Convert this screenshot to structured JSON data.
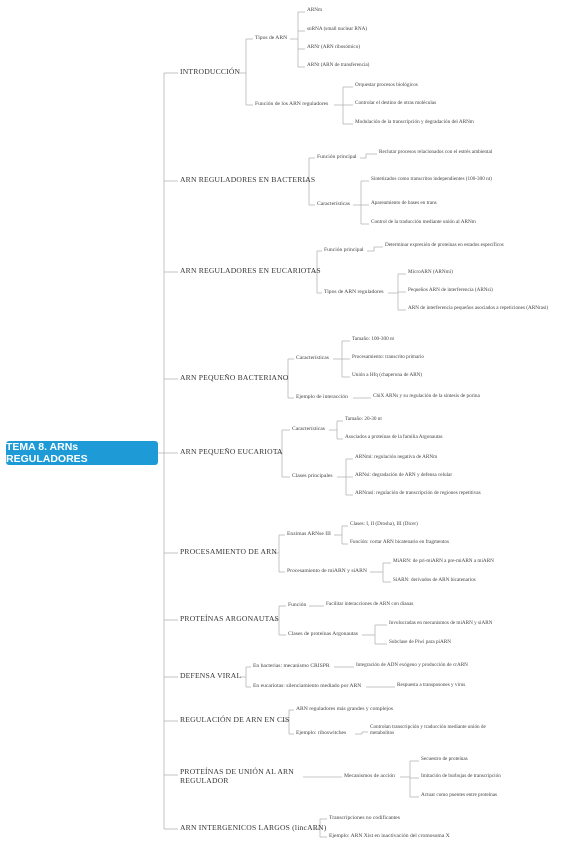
{
  "root": "TEMA 8. ARNs REGULADORES",
  "sections": {
    "intro": {
      "title": "INTRODUCCIÓN",
      "tipos": {
        "label": "Tipos de ARN",
        "items": [
          "ARNm",
          "snRNA (small nuclear RNA)",
          "ARNr (ARN ribosómico)",
          "ARNt (ARN de transferencia)"
        ]
      },
      "funcion": {
        "label": "Función de los ARN reguladores",
        "items": [
          "Orquestar procesos biológicos",
          "Controlar el destino de otras moléculas",
          "Modulación de la transcripción y degradación del ARNm"
        ]
      }
    },
    "bacterias": {
      "title": "ARN REGULADORES EN BACTERIAS",
      "funcion": {
        "label": "Función principal",
        "items": [
          "Reclutar procesos relacionados con el estrés ambiental"
        ]
      },
      "caract": {
        "label": "Características",
        "items": [
          "Sintetizados como transcritos independientes (100-300 nt)",
          "Apareamiento de bases en trans",
          "Control de la traducción mediante unión al ARNm"
        ]
      }
    },
    "eucariotas": {
      "title": "ARN REGULADORES EN EUCARIOTAS",
      "funcion": {
        "label": "Función principal",
        "items": [
          "Determinar expresión de proteínas en estados específicos"
        ]
      },
      "tipos": {
        "label": "Tipos de ARN reguladores",
        "items": [
          "MicroARN (ARNmi)",
          "Pequeños ARN de interferencia (ARNsi)",
          "ARN de interferencia pequeños asociados a repeticiones (ARNrasi)"
        ]
      }
    },
    "bacteriano": {
      "title": "ARN PEQUEÑO BACTERIANO",
      "caract": {
        "label": "Características",
        "items": [
          "Tamaño: 100-300 nt",
          "Procesamiento: transcrito primario",
          "Unión a Hfq (chaperona de ARN)"
        ]
      },
      "ejemplo": {
        "label": "Ejemplo de interacción",
        "items": [
          "ChiX ARNs y su regulación de la síntesis de porina"
        ]
      }
    },
    "eucariota": {
      "title": "ARN PEQUEÑO EUCARIOTA",
      "caract": {
        "label": "Características",
        "items": [
          "Tamaño: 20-30 nt",
          "Asociados a proteínas de la familia Argonautas"
        ]
      },
      "clases": {
        "label": "Clases principales",
        "items": [
          "ARNmi: regulación negativa de ARNm",
          "ARNsi: degradación de ARN y defensa celular",
          "ARNrasi: regulación de transcripción de regiones repetitivas"
        ]
      }
    },
    "procesamiento": {
      "title": "PROCESAMIENTO DE ARN",
      "enzimas": {
        "label": "Enzimas ARNse III",
        "items": [
          "Clases: I, II (Drosha), III (Dicer)",
          "Función: cortar ARN bicatenario en fragmentos"
        ]
      },
      "proc": {
        "label": "Procesamiento de miARN y siARN",
        "items": [
          "MiARN: de pri-miARN a pre-miARN a miARN",
          "SiARN: derivados de ARN bicatenarios"
        ]
      }
    },
    "argonautas": {
      "title": "PROTEÍNAS ARGONAUTAS",
      "funcion": {
        "label": "Función",
        "items": [
          "Facilitar interacciones de ARN con dianas"
        ]
      },
      "clases": {
        "label": "Clases de proteínas Argonautas",
        "items": [
          "Involucradas en mecanismos de miARN y siARN",
          "Subclase de Piwi para piARN"
        ]
      }
    },
    "defensa": {
      "title": "DEFENSA VIRAL",
      "bacterias": {
        "label": "En bacterias: mecanismo CRISPR",
        "items": [
          "Integración de ADN exógeno y producción de crARN"
        ]
      },
      "eucariotas": {
        "label": "En eucariotas: silenciamiento mediado por ARN",
        "items": [
          "Respuesta a transposones y virus"
        ]
      }
    },
    "cis": {
      "title": "REGULACIÓN DE ARN EN CIS",
      "items": [
        "ARN reguladores más grandes y complejos"
      ],
      "ejemplo": {
        "label": "Ejemplo: riboswitches",
        "items": [
          "Controlan transcripción y traducción mediante unión de metabolitos"
        ]
      }
    },
    "union": {
      "title": "PROTEÍNAS DE UNIÓN AL ARN REGULADOR",
      "mecanismos": {
        "label": "Mecanismos de acción",
        "items": [
          "Secuestro de proteínas",
          "Imitación de burbujas de transcripción",
          "Actuar como puentes entre proteínas"
        ]
      }
    },
    "lincarn": {
      "title": "ARN INTERGENICOS LARGOS (lincARN)",
      "items": [
        "Transcripciones no codificantes",
        "Ejemplo: ARN Xist en inactivación del cromosoma X"
      ]
    }
  },
  "colors": {
    "root_bg": "#1e9bd6",
    "root_text": "#ffffff",
    "line": "#b5b5b5",
    "text": "#333333"
  }
}
